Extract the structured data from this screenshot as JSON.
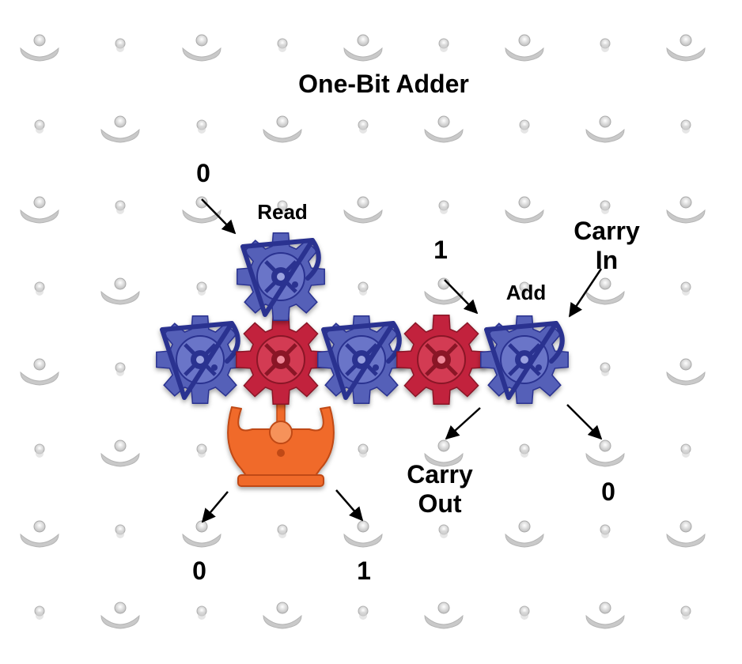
{
  "title": "One-Bit Adder",
  "labels": {
    "read": "Read",
    "add": "Add",
    "carry_in": "Carry\nIn",
    "carry_out": "Carry\nOut",
    "input_read": "0",
    "input_add": "1",
    "output_add": "0",
    "output_left": "0",
    "output_right": "1"
  },
  "colors": {
    "blue_gear": "#5560b8",
    "blue_dark": "#2a3290",
    "red_gear": "#c2243e",
    "red_dark": "#8a1428",
    "bucket": "#f06a2a",
    "bucket_dark": "#c04a12",
    "peg": "#cfcfcf"
  },
  "icons": [
    "peg-icon",
    "bit-gear-icon",
    "connector-gear-icon",
    "crossover-bucket-icon",
    "arrow-icon"
  ]
}
